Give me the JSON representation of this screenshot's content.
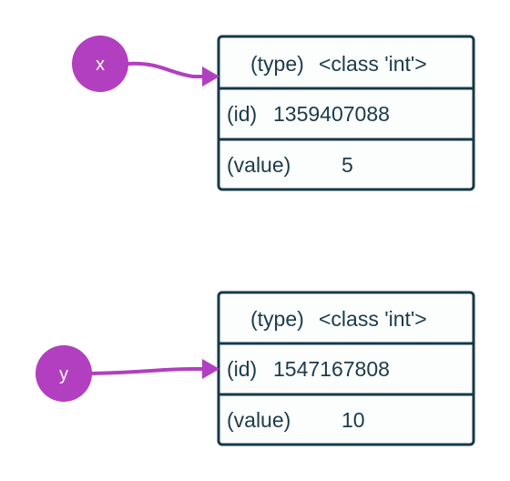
{
  "colors": {
    "variable_fill": "#b23fbf",
    "arrow": "#b23fbf",
    "box_stroke": "#16384a",
    "box_fill": "#fbfefd",
    "text": "#1d3a4b"
  },
  "variables": [
    {
      "name": "x",
      "object": {
        "type_label": "(type)",
        "type_value": "<class 'int'>",
        "id_label": "(id)",
        "id_value": "1359407088",
        "value_label": "(value)",
        "value": "5"
      }
    },
    {
      "name": "y",
      "object": {
        "type_label": "(type)",
        "type_value": "<class 'int'>",
        "id_label": "(id)",
        "id_value": "1547167808",
        "value_label": "(value)",
        "value": "10"
      }
    }
  ]
}
